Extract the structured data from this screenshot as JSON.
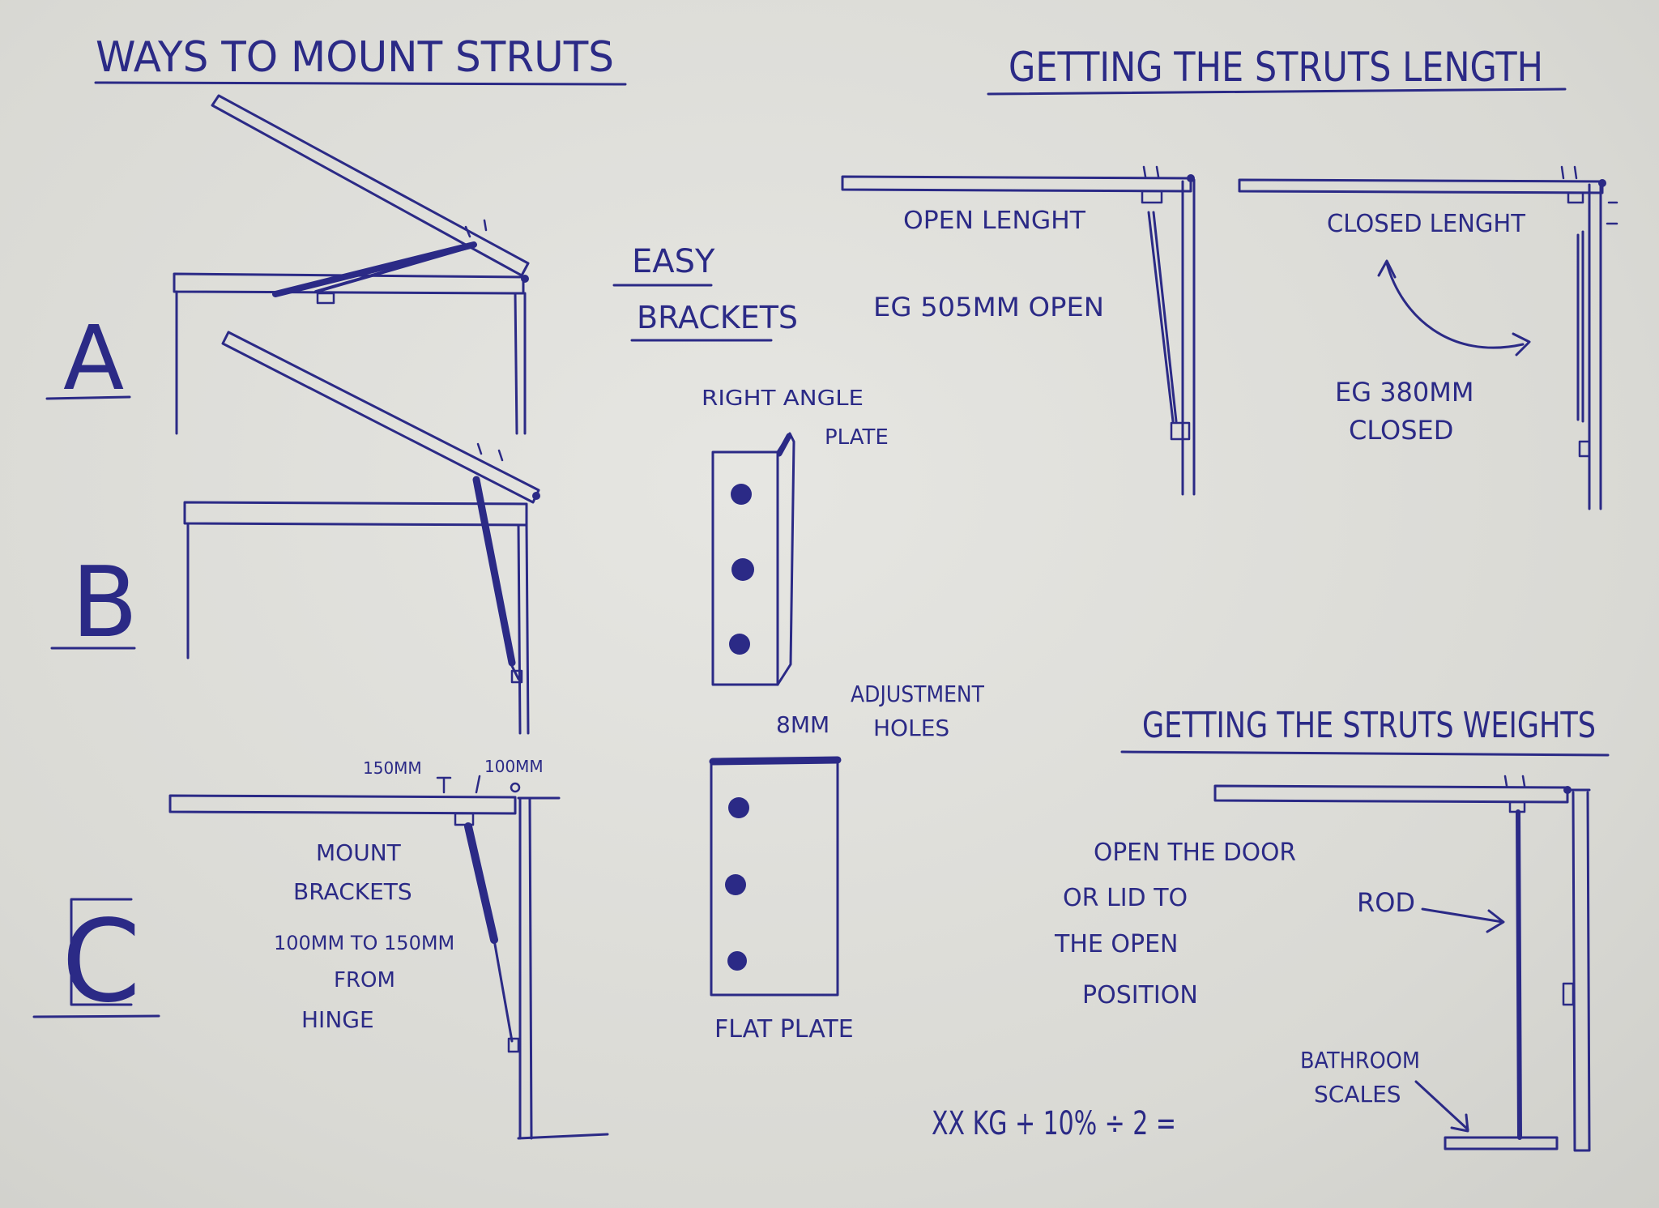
{
  "titles": {
    "ways_to_mount": "WAYS TO MOUNT STRUTS",
    "getting_length": "GETTING THE STRUTS LENGTH",
    "getting_weights": "GETTING THE STRUTS WEIGHTS"
  },
  "mount_options": {
    "a": "A",
    "b": "B",
    "c": "C"
  },
  "brackets": {
    "heading_line1": "EASY",
    "heading_line2": "BRACKETS",
    "right_angle_line1": "RIGHT ANGLE",
    "right_angle_line2": "PLATE",
    "adjustment_line1": "ADJUSTMENT",
    "adjustment_line2": "HOLES",
    "size": "8MM",
    "flat_plate": "FLAT PLATE"
  },
  "mount_c": {
    "dim_150": "150MM",
    "dim_100": "100MM",
    "note_line1": "MOUNT",
    "note_line2": "BRACKETS",
    "note_line3": "100MM TO 150MM",
    "note_line4": "FROM",
    "note_line5": "HINGE"
  },
  "length": {
    "open_label": "OPEN LENGHT",
    "open_example": "EG 505MM OPEN",
    "closed_label": "CLOSED LENGHT",
    "closed_example_line1": "EG 380MM",
    "closed_example_line2": "CLOSED"
  },
  "weights": {
    "step_line1": "OPEN THE DOOR",
    "step_line2": "OR LID TO",
    "step_line3": "THE OPEN",
    "step_line4": "POSITION",
    "rod_label": "ROD",
    "scales_line1": "BATHROOM",
    "scales_line2": "SCALES",
    "formula": "XX KG + 10% ÷ 2 ="
  }
}
